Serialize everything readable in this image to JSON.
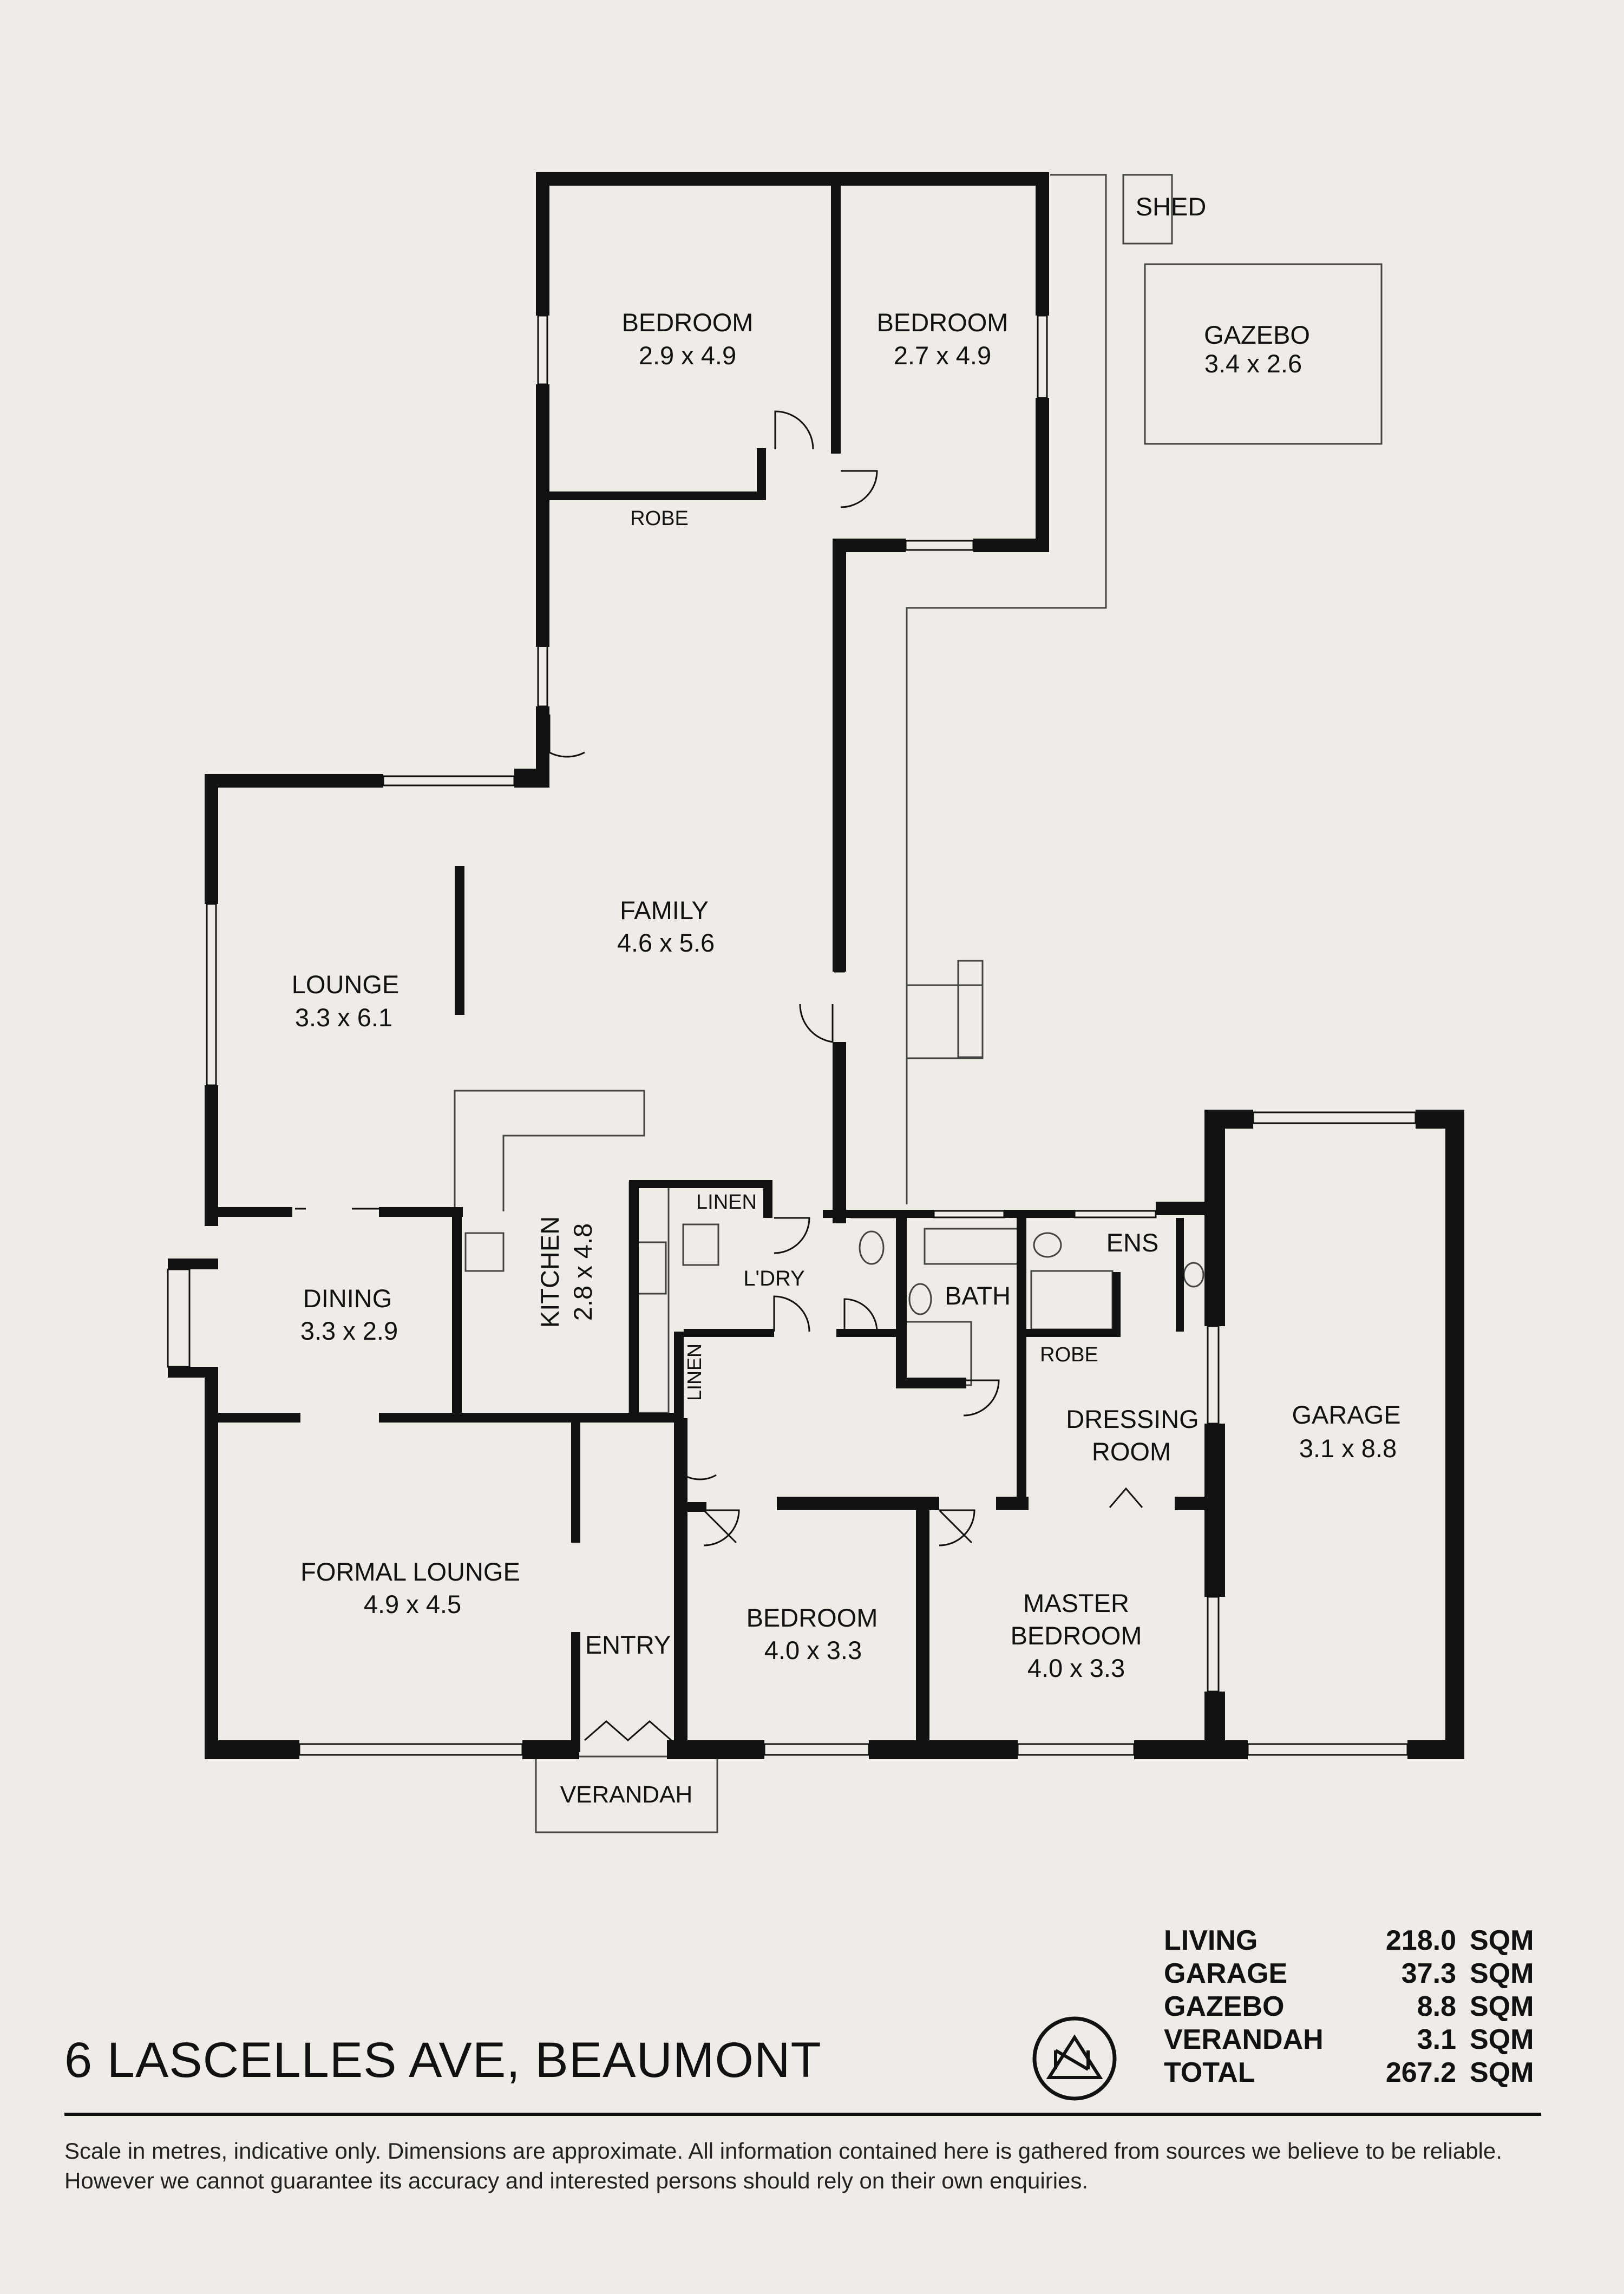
{
  "address": "6 LASCELLES AVE, BEAUMONT",
  "disclaimer": "Scale in metres, indicative only. Dimensions are approximate. All information contained here is gathered from sources we believe to be reliable. However we cannot guarantee its accuracy and interested persons should rely on their own enquiries.",
  "areas": [
    {
      "name": "LIVING",
      "value": "218.0",
      "unit": "SQM"
    },
    {
      "name": "GARAGE",
      "value": "37.3",
      "unit": "SQM"
    },
    {
      "name": "GAZEBO",
      "value": "8.8",
      "unit": "SQM"
    },
    {
      "name": "VERANDAH",
      "value": "3.1",
      "unit": "SQM"
    },
    {
      "name": "TOTAL",
      "value": "267.2",
      "unit": "SQM"
    }
  ],
  "rooms": {
    "bedroom_1": {
      "name": "BEDROOM",
      "size": "2.9 x 4.9"
    },
    "bedroom_2": {
      "name": "BEDROOM",
      "size": "2.7 x 4.9"
    },
    "gazebo": {
      "name": "GAZEBO",
      "size": "3.4 x 2.6"
    },
    "shed": {
      "name": "SHED"
    },
    "robe_1": {
      "name": "ROBE"
    },
    "family": {
      "name": "FAMILY",
      "size": "4.6 x 5.6"
    },
    "lounge": {
      "name": "LOUNGE",
      "size": "3.3 x 6.1"
    },
    "dining": {
      "name": "DINING",
      "size": "3.3 x 2.9"
    },
    "kitchen": {
      "name": "KITCHEN",
      "size": "2.8 x 4.8"
    },
    "linen_1": {
      "name": "LINEN"
    },
    "linen_2": {
      "name": "LINEN"
    },
    "laundry": {
      "name": "L'DRY"
    },
    "bath": {
      "name": "BATH"
    },
    "ensuite": {
      "name": "ENS"
    },
    "robe_2": {
      "name": "ROBE"
    },
    "dressing": {
      "name": "DRESSING",
      "name2": "ROOM"
    },
    "garage": {
      "name": "GARAGE",
      "size": "3.1 x 8.8"
    },
    "formal_lounge": {
      "name": "FORMAL LOUNGE",
      "size": "4.9 x 4.5"
    },
    "entry": {
      "name": "ENTRY"
    },
    "bedroom_3": {
      "name": "BEDROOM",
      "size": "4.0 x 3.3"
    },
    "master": {
      "name": "MASTER",
      "name2": "BEDROOM",
      "size": "4.0 x 3.3"
    },
    "verandah": {
      "name": "VERANDAH"
    }
  }
}
